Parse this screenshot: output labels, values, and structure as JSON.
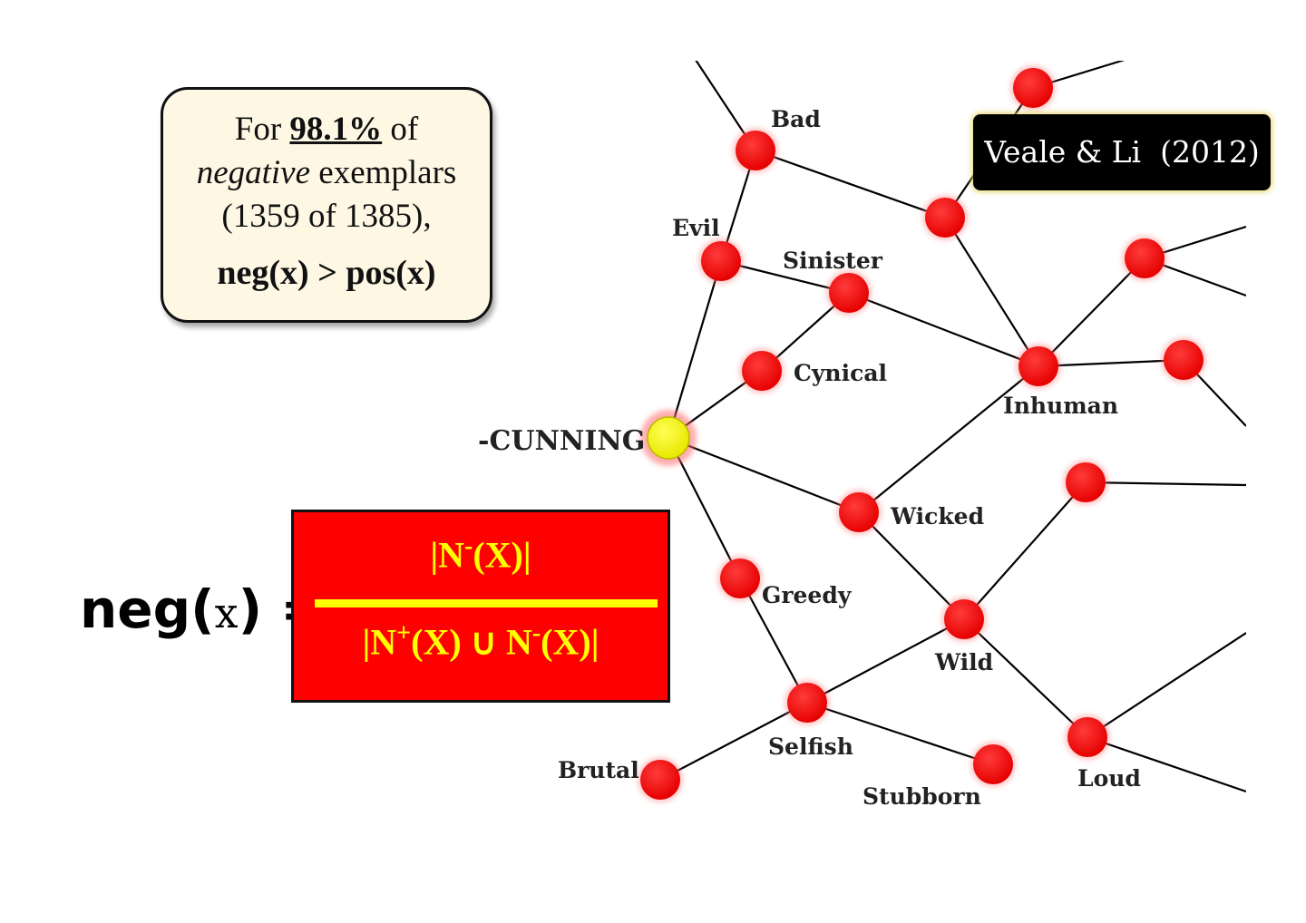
{
  "stat_box": {
    "line1_pre": "For",
    "percent": "98.1%",
    "line1_post": "of",
    "line2_italic": "negative",
    "line2_post": "exemplars",
    "line3": "(1359 of 1385),",
    "inequality": "neg(x) > pos(x)"
  },
  "citation": "Veale & Li  (2012)",
  "formula": {
    "lhs_name": "neg(",
    "lhs_var": "x",
    "lhs_close": ") =",
    "numerator": {
      "open": "|N",
      "sup": "-",
      "close": "(X)|"
    },
    "denominator": {
      "open": "|N",
      "sup1": "+",
      "mid": "(X) ∪ N",
      "sup2": "-",
      "close": "(X)|"
    }
  },
  "graph": {
    "node_color": "#ff0000",
    "center_color": "#ffff00",
    "edge_color": "#000000",
    "nodes": [
      {
        "id": "cunning",
        "label": "-CUNNING",
        "center": true
      },
      {
        "id": "bad",
        "label": "Bad"
      },
      {
        "id": "evil",
        "label": "Evil"
      },
      {
        "id": "sinister",
        "label": "Sinister"
      },
      {
        "id": "cynical",
        "label": "Cynical"
      },
      {
        "id": "inhuman",
        "label": "Inhuman"
      },
      {
        "id": "wicked",
        "label": "Wicked"
      },
      {
        "id": "greedy",
        "label": "Greedy"
      },
      {
        "id": "wild",
        "label": "Wild"
      },
      {
        "id": "selfish",
        "label": "Selfish"
      },
      {
        "id": "brutal",
        "label": "Brutal"
      },
      {
        "id": "stubborn",
        "label": "Stubborn"
      },
      {
        "id": "loud",
        "label": "Loud"
      },
      {
        "id": "u_top",
        "label": ""
      },
      {
        "id": "u_mid",
        "label": ""
      },
      {
        "id": "u_r1",
        "label": ""
      },
      {
        "id": "u_r2",
        "label": ""
      },
      {
        "id": "u_r3",
        "label": ""
      }
    ],
    "edges": [
      [
        "cunning",
        "evil"
      ],
      [
        "cunning",
        "cynical"
      ],
      [
        "cunning",
        "wicked"
      ],
      [
        "cunning",
        "greedy"
      ],
      [
        "evil",
        "bad"
      ],
      [
        "evil",
        "sinister"
      ],
      [
        "bad",
        "u_mid"
      ],
      [
        "u_mid",
        "u_top"
      ],
      [
        "u_mid",
        "inhuman"
      ],
      [
        "sinister",
        "inhuman"
      ],
      [
        "cynical",
        "sinister"
      ],
      [
        "inhuman",
        "wicked"
      ],
      [
        "inhuman",
        "u_r1"
      ],
      [
        "inhuman",
        "u_r2"
      ],
      [
        "wicked",
        "wild"
      ],
      [
        "greedy",
        "selfish"
      ],
      [
        "selfish",
        "wild"
      ],
      [
        "selfish",
        "brutal"
      ],
      [
        "selfish",
        "stubborn"
      ],
      [
        "wild",
        "u_r3"
      ],
      [
        "wild",
        "loud"
      ]
    ]
  }
}
